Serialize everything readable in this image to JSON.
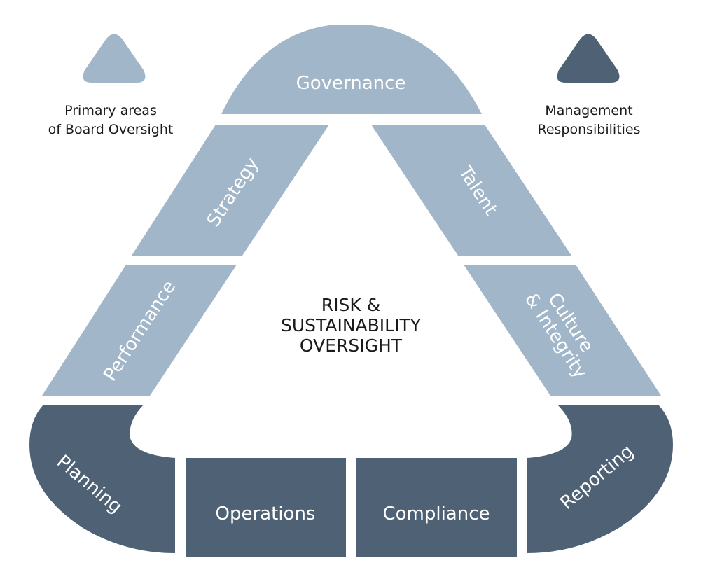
{
  "colors": {
    "board": "#a2b6ca",
    "management": "#4e6175",
    "center_text": "#1a1a1a",
    "background": "#ffffff"
  },
  "legend": {
    "board": {
      "icon": "rounded-triangle-light",
      "lines": [
        "Primary areas",
        "of Board Oversight"
      ]
    },
    "management": {
      "icon": "rounded-triangle-dark",
      "lines": [
        "Management",
        "Responsibilities"
      ]
    }
  },
  "board_areas": {
    "top": "Governance",
    "left_upper": "Strategy",
    "left_lower": "Performance",
    "right_upper": "Talent",
    "right_lower_lines": [
      "Culture",
      "& Integrity"
    ]
  },
  "management_areas": {
    "left": "Planning",
    "center_left": "Operations",
    "center_right": "Compliance",
    "right": "Reporting"
  },
  "center": {
    "lines": [
      "RISK &",
      "SUSTAINABILITY",
      "OVERSIGHT"
    ]
  }
}
